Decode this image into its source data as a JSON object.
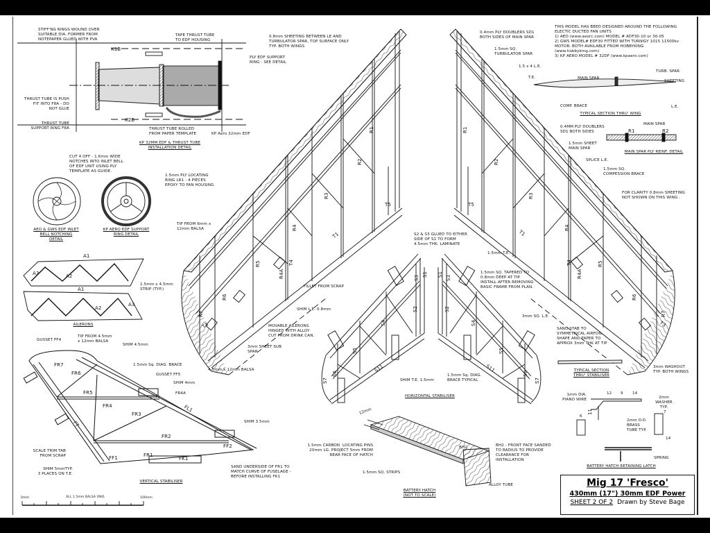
{
  "thrust_detail": {
    "stiffening": "STIFF'NG RINGS WOUND OVER\nSUITABLE DIA. FORMER FROM\nNOTEPAPER GLUED WITH PVA",
    "tape": "TAPE THRUST TUBE\nTO EDF HOUSING",
    "ply_ring": "PLY EDF SUPPORT\nRING - SEE DETAIL",
    "k1b": "K1B",
    "k2b": "K2B",
    "push_fit": "THRUST TUBE IS PUSH\nFIT INTO F8A - DO\nNOT GLUE",
    "support_ring": "THRUST TUBE\nSUPPORT RING F8A",
    "rolled": "THRUST TUBE ROLLED\nFROM PAPER TEMPLATE",
    "edf": "KP Aero 32mm EDF",
    "title": "KP 32MM EDF & THRUST TUBE\nINSTALLATION DETAIL"
  },
  "fan_detail": {
    "cut_note": "CUT 4 OFF - 1.6mm WIDE\nNOTCHES INTO INLET BELL\nOF EDF UNIT USING PLY\nTEMPLATE AS GUIDE.",
    "ring_note": "1.5mm PLY LOCATING\nRING LR1 - 4 PIECES\nEPOXY TO FAN HOUSING",
    "aeo_title": "AEO & GWS EDF INLET\nBELL NOTCHING\nDETAIL",
    "kp_title": "KP AERO EDF SUPPORT\nRING DETAIL"
  },
  "ailerons": {
    "a1": "A1",
    "a2": "A2",
    "a3": "A3",
    "strip": "1.5mm x 4.5mm\nSTRIP (TYP.)",
    "title": "AILERONS"
  },
  "vertical_stabiliser": {
    "gusset_ff4": "GUSSET FF4",
    "tip": "TIP FROM 4.5mm\nx 12mm BALSA",
    "shim45": "SHIM 4.5mm",
    "diag": "1.5mm Sq. DIAG. BRACE",
    "gusset_ff5": "GUSSET FF5",
    "shim4": "SHIM 4mm",
    "fr4a": "FR4A",
    "fl1": "FL1",
    "shim35": "SHIM 3.5mm",
    "fr7": "FR7",
    "fr6": "FR6",
    "fr5": "FR5",
    "fr4": "FR4",
    "fr3": "FR3",
    "fr2": "FR2",
    "fr1": "FR1",
    "ff2": "FF2",
    "ff1": "FF1",
    "fk1": "FK1",
    "ft": "FT",
    "trim_tab": "SCALE TRIM TAB\nFROM SCRAP",
    "shim5": "SHIM 5mmTYP.\n3 PLACES ON T.E.",
    "sand": "SAND UNDERSIDE OF FR1 TO\nMATCH CURVE OF FUSELAGE -\nBEFORE INSTALLING FK1",
    "title": "VERTICAL STABILISER"
  },
  "scale_bar": {
    "start": "0mm",
    "note": "ALL 1.5mm BALSA ONO.",
    "end": "100mm"
  },
  "left_wing": {
    "sheeting": "0.8mm SHEETING BETWEEN LE AND\nTURBULATOR SPAR, TOP SURFACE ONLY\nTYP. BOTH WINGS",
    "tip": "TIP FROM 6mm x\n12mm BALSA",
    "fillet": "FILLET FROM SCRAP",
    "ailerons": "MOVABLE AILERONS.\nHINGED WITH ALLOY\nCUT FROM DRINK CAN.",
    "sub_spar": "3mm SHEET SUB\nSPAR",
    "balsa": "4.5mm x 12mm BALSA",
    "ribs": {
      "r1": "R1",
      "r2": "R2",
      "r3": "R3",
      "r4": "R4",
      "r5": "R5",
      "r6": "R6",
      "r7": "R7",
      "r4a": "R4A",
      "t1": "T1",
      "t3": "T3",
      "t4": "T4",
      "t5": "T5"
    }
  },
  "right_wing": {
    "doublers": "0.4mm PLY DOUBLERS SD1\nBOTH SIDES OF MAIN SPAR",
    "turb": "1.5mm SQ.\nTURBULATOR SPAR",
    "le": "1.5 x 4 L.E.",
    "sheet_spar": "1.5mm SHEET\nMAIN SPAR",
    "splice": "SPLICE L.E.",
    "comp": "1.5mm SQ.\nCOMPESSION BRACE",
    "clarity": "FOR CLARITY 0.8mm SHEETING\nNOT SHOWN ON THIS WING .",
    "te": "1.5mm T.E.",
    "washout": "3mm WASHOUT\nTYP. BOTH WINGS",
    "ribs": {
      "r1": "R1",
      "r2": "R2",
      "r3": "R3",
      "r4": "R4",
      "r5": "R5",
      "r6": "R6",
      "r7": "R7",
      "r4a": "R4A",
      "t1": "T1",
      "t3": "T3",
      "t4": "T4",
      "t5": "T5"
    }
  },
  "notes": "THIS MODEL HAS BEED DESIGNED AROUND THE FOLLOWING\nELECTIC DUCTED FAN UNITS\n1) AEO (www.aeorc.com) MODEL # ADF30-10 or 30-05\n2) GWS MODEL# EDF30 FITTED WITH TURNIGY 1015 11500kv\nMOTOR. BOTH AVAILABLE FROM HOBBYKING\n(www.hobbyking.com)\n3) KP AERO MODEL # 32DF (www.kpaero.com)",
  "wing_section": {
    "te": "T.E.",
    "main_spar": "MAIN SPAR",
    "turb": "TURB. SPAR",
    "sheeting": "SHEETING",
    "comp": "COMP. BRACE",
    "le": "L.E.",
    "title": "TYPICAL SECTION THRU' WING"
  },
  "spar_detail": {
    "doublers": "0.4MM PLY DOUBLERS\nSD1 BOTH SIDES",
    "main_spar": "MAIN SPAR",
    "r1": "R1",
    "r2": "R2",
    "title": "MAIN SPAR PLY REINF. DETAIL"
  },
  "horizontal_stabiliser": {
    "laminate": "S2 & S3 GLUED TO EITHER\nSIDE OF S1 TO FORM\n4.5mm THK. LAMINATE",
    "shim_le": "SHIM L.E. 0.8mm",
    "shim_te": "SHIM T.E. 1.5mm",
    "tapered": "1.5mm SQ. TAPERED TO\n0.8mm DEEP AT TIP.\nINSTALL AFTER REMOVING\nBASIC FRAME FROM PLAN.",
    "le": "3mm SQ. L.E.",
    "diag": "1.5mm Sq. DIAG.\nBRACE TYPICAL",
    "title": "HORIZONTAL STABILISER",
    "parts": {
      "s1": "S1",
      "s2": "S2",
      "s3": "S3",
      "s4": "S4",
      "s5": "S5",
      "s6": "S6",
      "s7": "S7",
      "s11": "S11"
    }
  },
  "stab_section": {
    "note": "SAND STAB TO\nSYMMETRICAL AIRFOIL\nSHAPE AND TAPER TO\nAPPROX 3mm THK AT TIP",
    "title": "TYPICAL SECTION\nTHRU' STABILISER"
  },
  "latch": {
    "wire": "1mm DIA.\nPIANO WIRE",
    "d12": "12",
    "d9": "9",
    "d14a": "14",
    "d11": "11",
    "d6": "6",
    "d7": "7",
    "d14b": "14",
    "tube": "2mm O.D.\nBRASS\nTUBE TYP.",
    "washer": "2mm\nWASHER\nTYP.",
    "spring": "SPRING",
    "title": "BATTERY HATCH RETAINING LATCH"
  },
  "battery_hatch": {
    "dim": "12mm",
    "pins": "1.5mm CARBON  LOCATING PINS\n20mm LG. PROJECT 5mm FROM\nREAR FACE OF HATCH",
    "bh2": "BH2",
    "bh2_note": "BH2 - FRONT FACE SANDED\nTO RADIUS TO PROVIDE\nCLEARANCE FOR\nINSTALLATION",
    "strips": "1.5mm SQ. STRIPS",
    "tube": "ALLOY TUBE",
    "title": "BATTERY HATCH\n(NOT TO SCALE)"
  },
  "title_block": {
    "name": "Mig 17 'Fresco'",
    "spec": "430mm (17\") 30mm EDF Power",
    "sheet": "SHEET 2 OF 2",
    "author": "Drawn by Steve Bage"
  }
}
